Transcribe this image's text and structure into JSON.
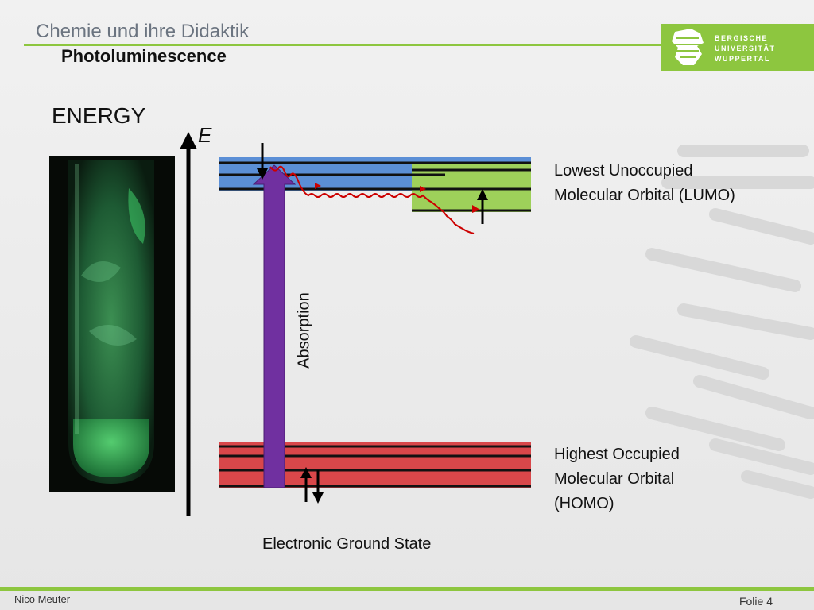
{
  "header": {
    "course_title": "Chemie und ihre Didaktik",
    "slide_title": "Photoluminescence"
  },
  "logo": {
    "lines": [
      "BERGISCHE",
      "UNIVERSITÄT",
      "WUPPERTAL"
    ],
    "icon": "university-seal-icon",
    "color": "#8dc63f"
  },
  "content": {
    "energy_title": "ENERGY",
    "axis_label": "E",
    "absorption": "Absorption",
    "lumo_label_1": "Lowest Unoccupied",
    "lumo_label_2": "Molecular Orbital (LUMO)",
    "homo_label_1": "Highest Occupied",
    "homo_label_2": "Molecular Orbital",
    "homo_label_3": "(HOMO)",
    "ground_state": "Electronic Ground State"
  },
  "colors": {
    "lumo_band": "#5b8fd6",
    "lumo_sub_band": "#9ed05a",
    "homo_band": "#d9474a",
    "absorption_arrow": "#7030a0",
    "relaxation": "#cc0000",
    "accent": "#8dc63f"
  },
  "footer": {
    "author": "Nico Meuter",
    "slide_number": "Folie 4"
  }
}
